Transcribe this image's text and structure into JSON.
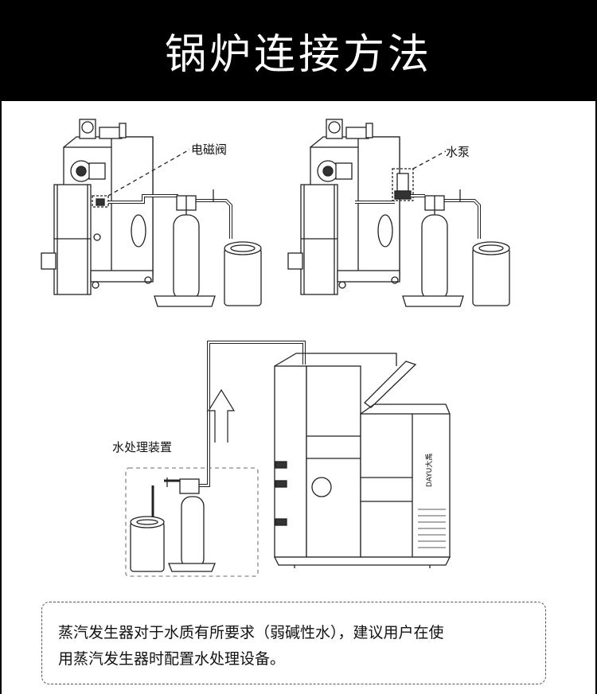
{
  "header": {
    "title": "锅炉连接方法"
  },
  "labels": {
    "solenoid_valve": "电磁阀",
    "water_pump": "水泵",
    "water_treatment": "水处理装置"
  },
  "nameplate": {
    "brand": "DAYU大禹"
  },
  "note": {
    "line1": "蒸汽发生器对于水质有所要求（弱碱性水），建议用户在使",
    "line2": "用蒸汽发生器时配置水处理设备。"
  }
}
